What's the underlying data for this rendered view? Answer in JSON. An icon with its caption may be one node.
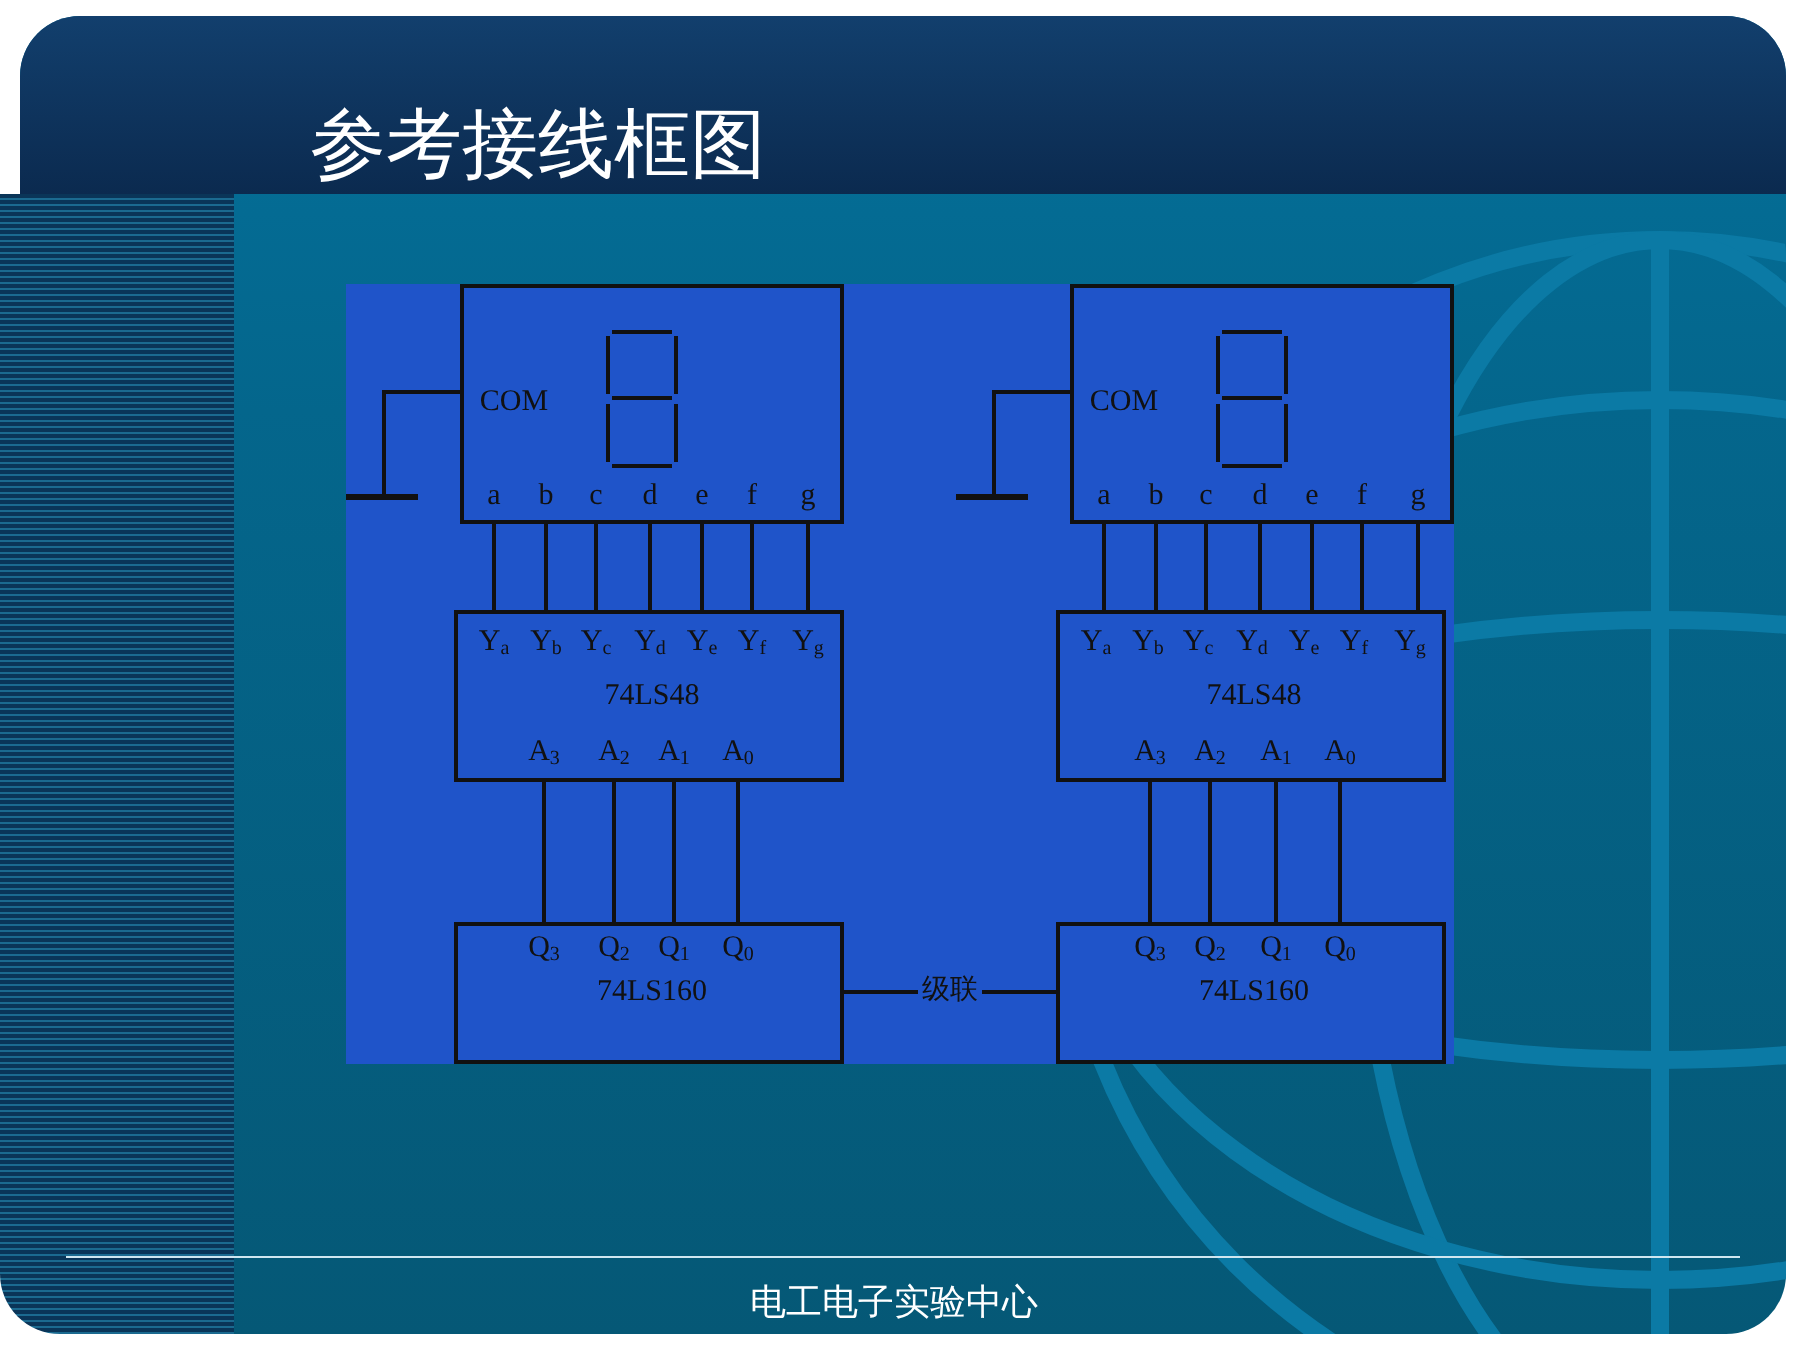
{
  "diagram": {
    "title": "参考接线框图",
    "caption": "电工电子实验中心",
    "nodes": [
      {
        "text": [],
        "shape": "bar"
      },
      {
        "text": [
          "COM",
          "a",
          "b",
          "c",
          "d",
          "e",
          "f",
          "g"
        ]
      },
      {
        "text": [],
        "shape": "bar"
      },
      {
        "text": [
          "COM",
          "a",
          "b",
          "c",
          "d",
          "e",
          "f",
          "g"
        ]
      },
      {
        "text": [
          "Y$_{a}$",
          "Y$_{b}$",
          "Y$_{c}$",
          "Y$_{d}$",
          "Y$_{e}$",
          "Y$_{f}$",
          "Y$_{g}$",
          "74LS48",
          "A$_{3}$",
          "A$_{2}$",
          "A$_{1}$",
          "A$_{0}$"
        ]
      },
      {
        "text": [
          "Y$_{a}$",
          "Y$_{b}$",
          "Y$_{c}$",
          "Y$_{d}$",
          "Y$_{e}$",
          "Y$_{f}$",
          "Y$_{g}$",
          "74LS48",
          "A$_{3}$",
          "A$_{2}$",
          "A$_{1}$",
          "A$_{0}$"
        ]
      },
      {
        "text": [
          "Q$_{3}$",
          "Q$_{2}$",
          "Q$_{1}$",
          "Q$_{0}$",
          "74LS160"
        ]
      },
      {
        "text": [
          "Q$_{3}$",
          "Q$_{2}$",
          "Q$_{1}$",
          "Q$_{0}$",
          "74LS160"
        ]
      }
    ],
    "edges": [
      {
        "from": 1,
        "to": 0,
        "arrow": "none"
      },
      {
        "from": 3,
        "to": 2,
        "arrow": "none"
      },
      {
        "from": 1,
        "to": 4,
        "arrow": "none"
      },
      {
        "from": 1,
        "to": 4,
        "arrow": "none"
      },
      {
        "from": 1,
        "to": 4,
        "arrow": "none"
      },
      {
        "from": 1,
        "to": 4,
        "arrow": "none"
      },
      {
        "from": 1,
        "to": 4,
        "arrow": "none"
      },
      {
        "from": 1,
        "to": 4,
        "arrow": "none"
      },
      {
        "from": 1,
        "to": 4,
        "arrow": "none"
      },
      {
        "from": 3,
        "to": 5,
        "arrow": "none"
      },
      {
        "from": 3,
        "to": 5,
        "arrow": "none"
      },
      {
        "from": 3,
        "to": 5,
        "arrow": "none"
      },
      {
        "from": 3,
        "to": 5,
        "arrow": "none"
      },
      {
        "from": 3,
        "to": 5,
        "arrow": "none"
      },
      {
        "from": 3,
        "to": 5,
        "arrow": "none"
      },
      {
        "from": 3,
        "to": 5,
        "arrow": "none"
      },
      {
        "from": 4,
        "to": 6,
        "arrow": "none"
      },
      {
        "from": 4,
        "to": 6,
        "arrow": "none"
      },
      {
        "from": 4,
        "to": 6,
        "arrow": "none"
      },
      {
        "from": 4,
        "to": 6,
        "arrow": "none"
      },
      {
        "from": 5,
        "to": 7,
        "arrow": "none"
      },
      {
        "from": 5,
        "to": 7,
        "arrow": "none"
      },
      {
        "from": 5,
        "to": 7,
        "arrow": "none"
      },
      {
        "from": 5,
        "to": 7,
        "arrow": "none"
      },
      {
        "from": 6,
        "to": 7,
        "arrow": "none",
        "label": "级联"
      }
    ]
  }
}
